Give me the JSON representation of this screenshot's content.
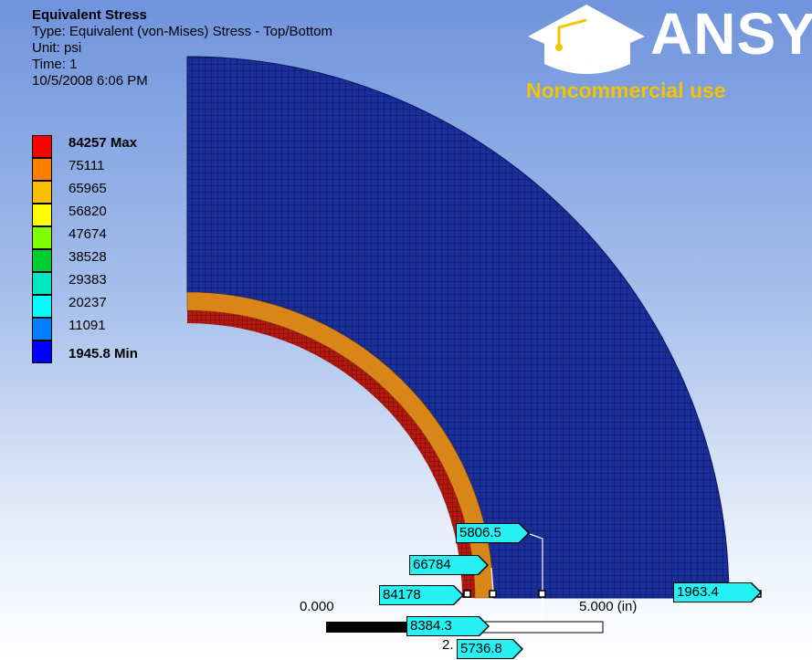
{
  "header": {
    "title": "Equivalent Stress",
    "type_line": "Type: Equivalent (von-Mises) Stress - Top/Bottom",
    "unit_line": "Unit: psi",
    "time_line": "Time: 1",
    "date_line": "10/5/2008 6:06 PM"
  },
  "legend": {
    "max_label": "84257 Max",
    "values": [
      "75111",
      "65965",
      "56820",
      "47674",
      "38528",
      "29383",
      "20237",
      "11091"
    ],
    "min_label": "1945.8 Min",
    "colors": [
      "#ff0000",
      "#ff7f00",
      "#ffbf00",
      "#ffff00",
      "#80ff00",
      "#00cc33",
      "#00e6bf",
      "#00ffff",
      "#0080ff",
      "#0000ff"
    ]
  },
  "logo": {
    "text": "ANSY",
    "subtext": "Noncommercial use"
  },
  "probes": [
    {
      "value": "5806.5"
    },
    {
      "value": "66784"
    },
    {
      "value": "84178"
    },
    {
      "value": "1963.4"
    },
    {
      "value": "8384.3"
    },
    {
      "value": "5736.8"
    }
  ],
  "scale_bar": {
    "left_label": "0.000",
    "right_label": "5.000 (in)",
    "mid_label": "2."
  },
  "colors": {
    "mesh_blue": "#1b2f9a",
    "mesh_line": "#0a1460",
    "band_red": "#b3190f",
    "band_orange": "#d98618",
    "probe_fill": "#25f0f2"
  }
}
